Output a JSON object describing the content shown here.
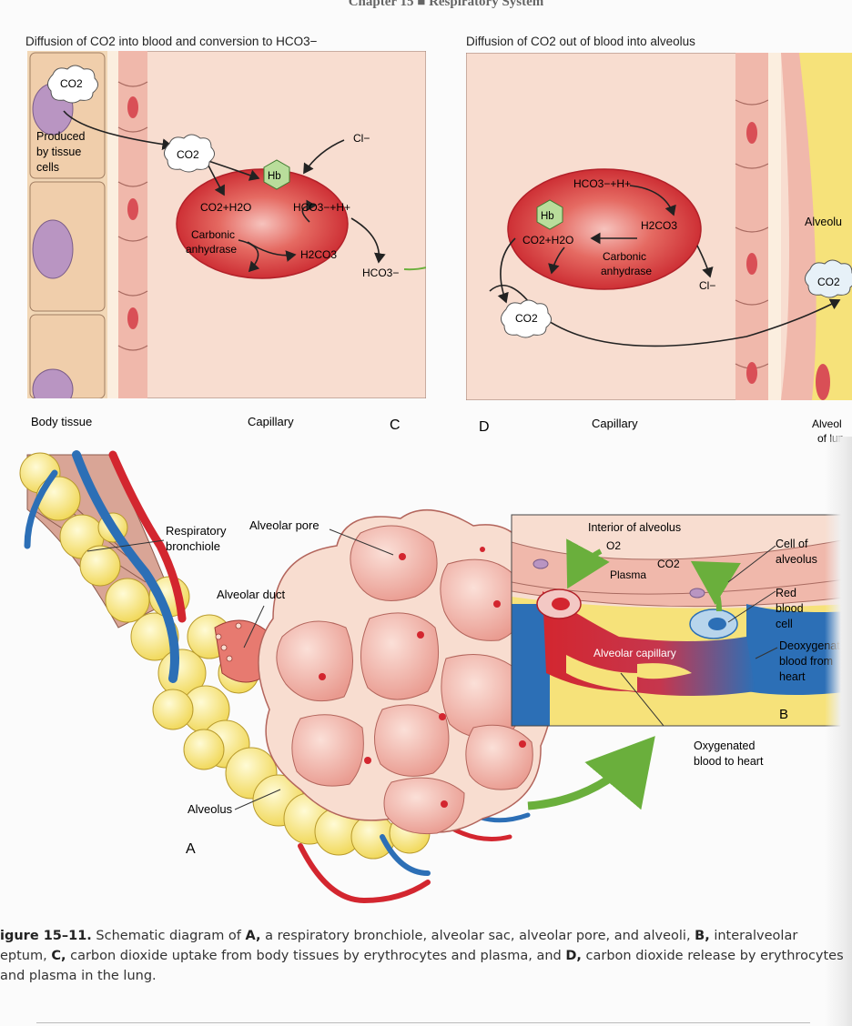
{
  "running_head": "Chapter 15 ■ Respiratory System",
  "panel_c": {
    "title": "Diffusion of CO2 into blood and conversion to HCO3−",
    "co2_tissue": "CO2",
    "produced_line1": "Produced",
    "produced_line2": "by tissue",
    "produced_line3": "cells",
    "co2_plasma": "CO2",
    "cl": "Cl−",
    "hb": "Hb",
    "co2_h2o": "CO2+H2O",
    "hco3_h": "HCO3−+H+",
    "carbonic_line1": "Carbonic",
    "carbonic_line2": "anhydrase",
    "h2co3": "H2CO3",
    "hco3": "HCO3−",
    "body_tissue": "Body tissue",
    "capillary": "Capillary",
    "letter": "C"
  },
  "panel_d": {
    "title": "Diffusion of CO2 out of blood into alveolus",
    "letter": "D",
    "hco3_h": "HCO3−+H+",
    "hb": "Hb",
    "h2co3": "H2CO3",
    "co2_h2o": "CO2+H2O",
    "carbonic_line1": "Carbonic",
    "carbonic_line2": "anhydrase",
    "cl": "Cl−",
    "co2_plasma": "CO2",
    "alveolus": "Alveolu",
    "co2_alveolus": "CO2",
    "capillary": "Capillary",
    "alveolus_lung_line1": "Alveol",
    "alveolus_lung_line2": "of lun"
  },
  "panel_a": {
    "respiratory_bronchiole_line1": "Respiratory",
    "respiratory_bronchiole_line2": "bronchiole",
    "alveolar_pore": "Alveolar pore",
    "alveolar_duct": "Alveolar duct",
    "alveolus": "Alveolus",
    "letter": "A"
  },
  "panel_b": {
    "interior": "Interior of alveolus",
    "o2": "O2",
    "co2": "CO2",
    "plasma": "Plasma",
    "alveolar_capillary": "Alveolar capillary",
    "letter": "B",
    "cell_of_alveolus_line1": "Cell of",
    "cell_of_alveolus_line2": "alveolus",
    "red_blood_cell_line1": "Red",
    "red_blood_cell_line2": "blood",
    "red_blood_cell_line3": "cell",
    "deoxygenated_line1": "Deoxygenat",
    "deoxygenated_line2": "blood from",
    "deoxygenated_line3": "heart",
    "oxygenated_line1": "Oxygenated",
    "oxygenated_line2": "blood to heart"
  },
  "caption": {
    "label": "igure 15–11.",
    "t1": " Schematic diagram of ",
    "a": "A,",
    "t2": " a respiratory bronchiole, alveolar sac, alveolar pore, and alveoli, ",
    "b": "B,",
    "t3": " interalveolar",
    "line2_start": "eptum, ",
    "c": "C,",
    "t4": " carbon dioxide uptake from body tissues by erythrocytes and plasma, and ",
    "d": "D,",
    "t5": " carbon dioxide release by erythrocytes",
    "line3": "and plasma in the lung."
  },
  "colors": {
    "tissue_cell": "#f2d7b6",
    "capillary_wall": "#f0b8ab",
    "plasma_bg": "#f8ddd0",
    "rbc_red": "#d8353a",
    "hb_green": "#b9dd9b",
    "arrow_green": "#6aaf3c",
    "alveolus_yellow": "#f6e27a",
    "vessel_blue": "#2c6fb6",
    "vessel_red": "#d3262f"
  },
  "icons": [
    "co2-cloud-icon",
    "hb-hexagon-icon",
    "green-arrow-icon"
  ]
}
